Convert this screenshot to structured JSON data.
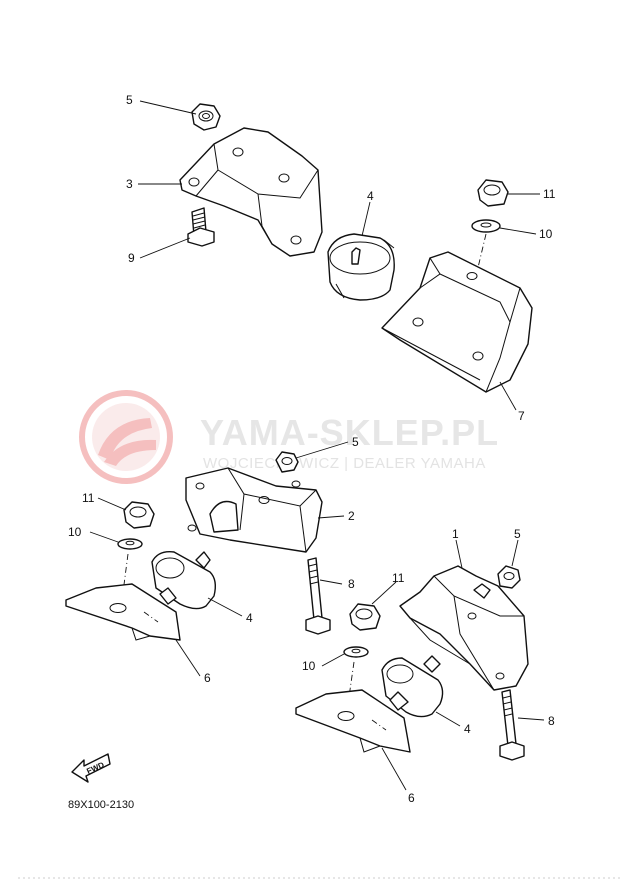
{
  "watermark": {
    "brand": "YAMA-SKLEP.PL",
    "tagline": "WOJCIECHOWICZ | DEALER YAMAHA",
    "logo_color": "#e34a4a"
  },
  "diagram_code": "89X100-2130",
  "fwd_label": "FWD",
  "callouts": {
    "c5a": "5",
    "c3": "3",
    "c9": "9",
    "c4a": "4",
    "c11a": "11",
    "c10a": "10",
    "c7": "7",
    "c5b": "5",
    "c2": "2",
    "c11b": "11",
    "c10b": "10",
    "c4b": "4",
    "c6a": "6",
    "c8a": "8",
    "c1": "1",
    "c5c": "5",
    "c11c": "11",
    "c10c": "10",
    "c4c": "4",
    "c8b": "8",
    "c6b": "6"
  }
}
